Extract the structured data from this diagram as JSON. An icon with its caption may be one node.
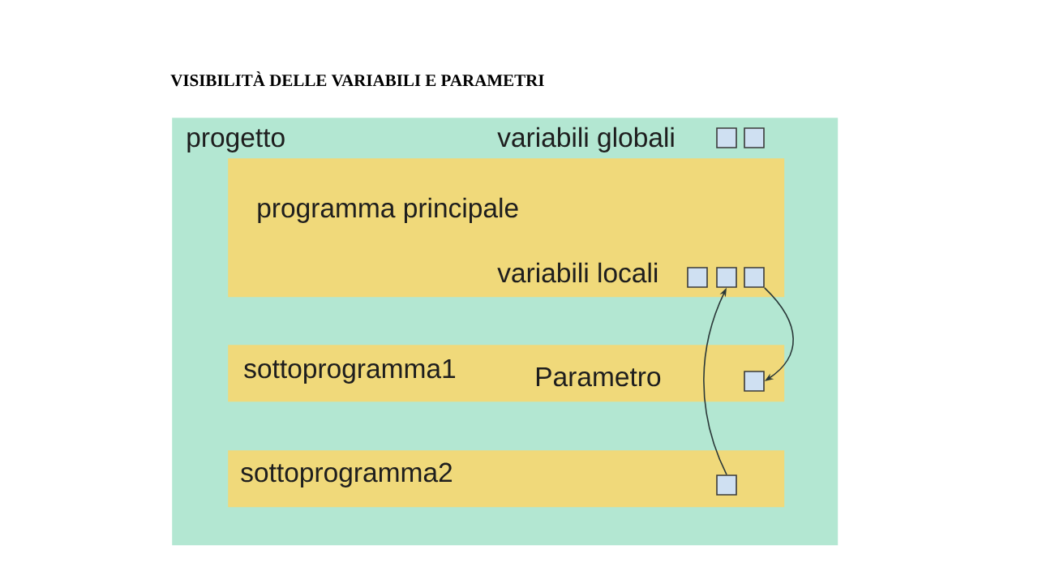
{
  "diagram": {
    "title": "VISIBILITÀ DELLE VARIABILI E PARAMETRI",
    "nodes": [
      {
        "text": [
          "progetto",
          "variabili globali"
        ]
      },
      {
        "text": [],
        "shape": "box",
        "in": 0
      },
      {
        "text": [],
        "shape": "box",
        "in": 0
      },
      {
        "text": [
          "programma principale",
          "variabili locali"
        ],
        "in": 0
      },
      {
        "text": [],
        "shape": "box",
        "in": 3
      },
      {
        "text": [],
        "shape": "box",
        "in": 3
      },
      {
        "text": [],
        "shape": "box",
        "in": 3
      },
      {
        "text": [
          "sottoprogramma1",
          "Parametro"
        ],
        "in": 0
      },
      {
        "text": [],
        "shape": "box",
        "in": 7
      },
      {
        "text": [
          "sottoprogramma2"
        ],
        "in": 0
      },
      {
        "text": [],
        "shape": "box",
        "in": 9
      }
    ],
    "edges": [
      {
        "from": 6,
        "to": 8,
        "arrow": "to"
      },
      {
        "from": 10,
        "to": 5,
        "arrow": "to"
      }
    ]
  }
}
